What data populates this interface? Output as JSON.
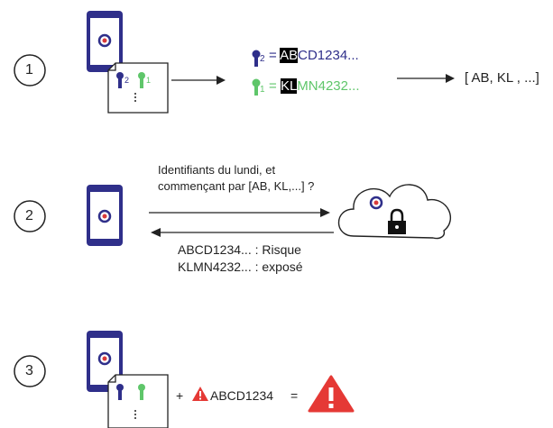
{
  "steps": [
    {
      "number": "1"
    },
    {
      "number": "2"
    },
    {
      "number": "3"
    }
  ],
  "step1": {
    "key2_sub": "2",
    "key1_sub": "1",
    "id_line1": {
      "prefix": "=",
      "highlight": "AB",
      "rest": "CD1234..."
    },
    "id_line2": {
      "prefix": "=",
      "highlight": "KL",
      "rest": "MN4232..."
    },
    "result": "[ AB, KL , ...]"
  },
  "step2": {
    "request_line1": "Identifiants du lundi, et",
    "request_line2": "commençant par [AB, KL,...] ?",
    "response_line1": "ABCD1234... : Risque",
    "response_line2": "KLMN4232... : exposé"
  },
  "step3": {
    "plus": "+",
    "id": "ABCD1234",
    "equals": "="
  },
  "colors": {
    "navy": "#2f2f8a",
    "green": "#5fc66a",
    "warning_red": "#e53935",
    "app_red": "#d93a3a"
  }
}
